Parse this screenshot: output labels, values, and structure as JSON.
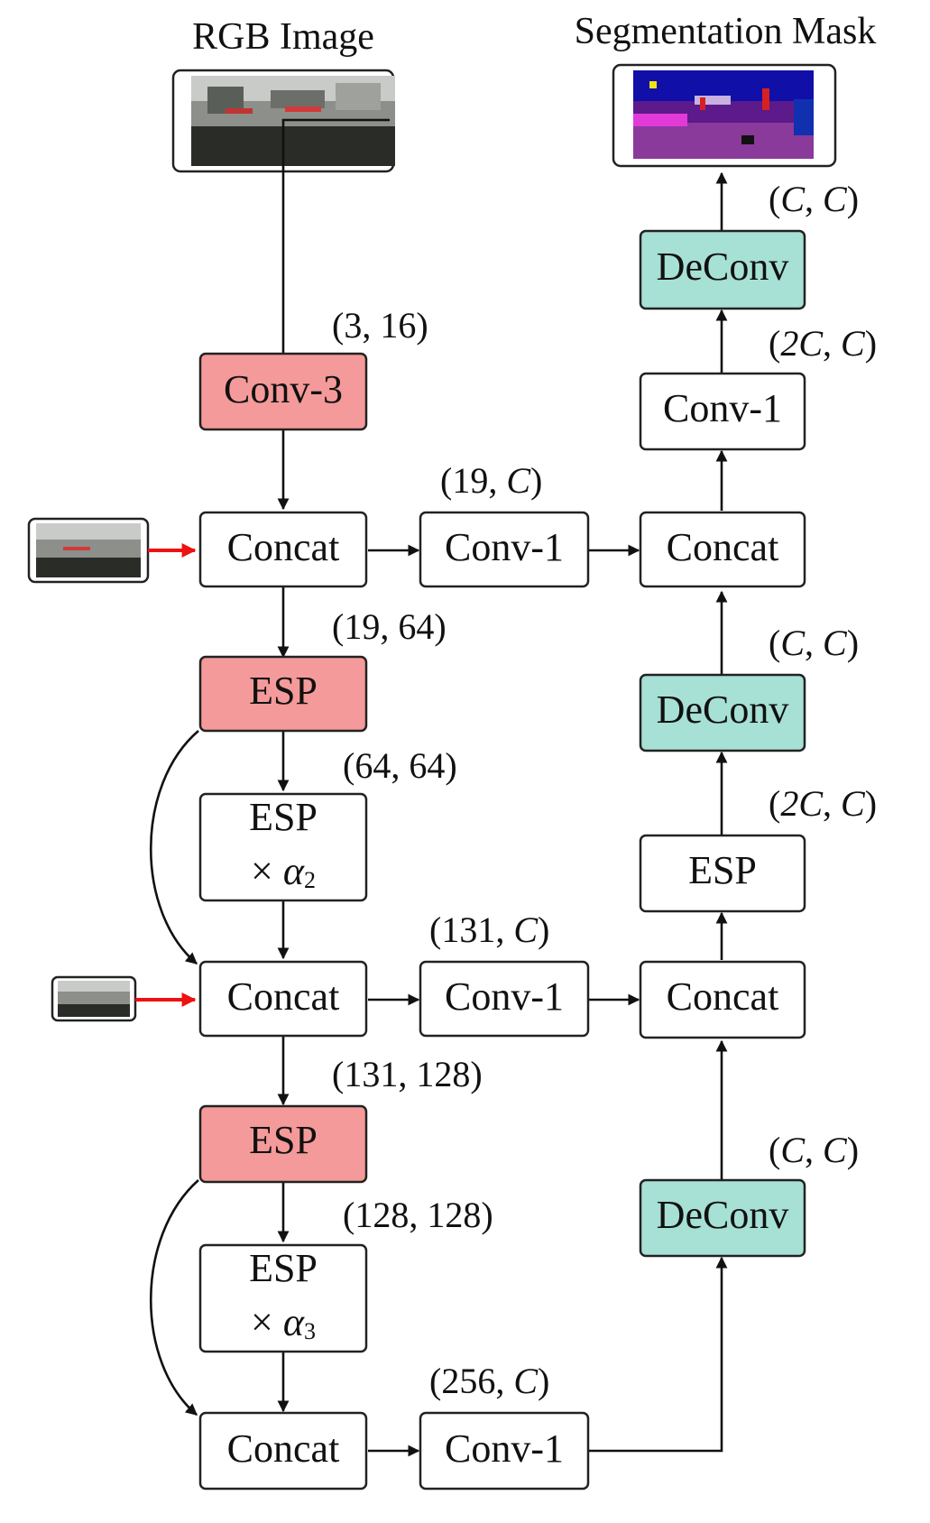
{
  "titles": {
    "input": "RGB Image",
    "output": "Segmentation Mask"
  },
  "blocks": {
    "conv3": "Conv-3",
    "concat1": "Concat",
    "esp1": "ESP",
    "esp_alpha2": {
      "line1": "ESP",
      "times": "×",
      "alpha": "α",
      "sub": "2"
    },
    "concat2": "Concat",
    "esp2": "ESP",
    "esp_alpha3": {
      "line1": "ESP",
      "times": "×",
      "alpha": "α",
      "sub": "3"
    },
    "concat3": "Concat",
    "conv1_a": "Conv-1",
    "conv1_b": "Conv-1",
    "conv1_c": "Conv-1",
    "dec_concat1": "Concat",
    "dec_concat2": "Concat",
    "dec_conv1": "Conv-1",
    "dec_esp": "ESP",
    "deconv1": "DeConv",
    "deconv2": "DeConv",
    "deconv3": "DeConv"
  },
  "dims": {
    "conv3": {
      "a": "3",
      "b": "16"
    },
    "concat1_esp": {
      "a": "19",
      "b": "64"
    },
    "esp_alpha2": {
      "a": "64",
      "b": "64"
    },
    "concat2_esp": {
      "a": "131",
      "b": "128"
    },
    "esp_alpha3": {
      "a": "128",
      "b": "128"
    },
    "conv1_a": {
      "a": "19",
      "b": "C"
    },
    "conv1_b": {
      "a": "131",
      "b": "C"
    },
    "conv1_c": {
      "a": "256",
      "b": "C"
    },
    "deconv_top": {
      "a": "C",
      "b": "C"
    },
    "dec_conv1": {
      "a": "2C",
      "b": "C"
    },
    "deconv_mid": {
      "a": "C",
      "b": "C"
    },
    "dec_esp": {
      "a": "2C",
      "b": "C"
    },
    "deconv_bottom": {
      "a": "C",
      "b": "C"
    }
  },
  "colors": {
    "red_block": "#f49a9a",
    "teal_block": "#a7e0d5",
    "red_arrow": "#ee1111",
    "stroke": "#222222"
  }
}
